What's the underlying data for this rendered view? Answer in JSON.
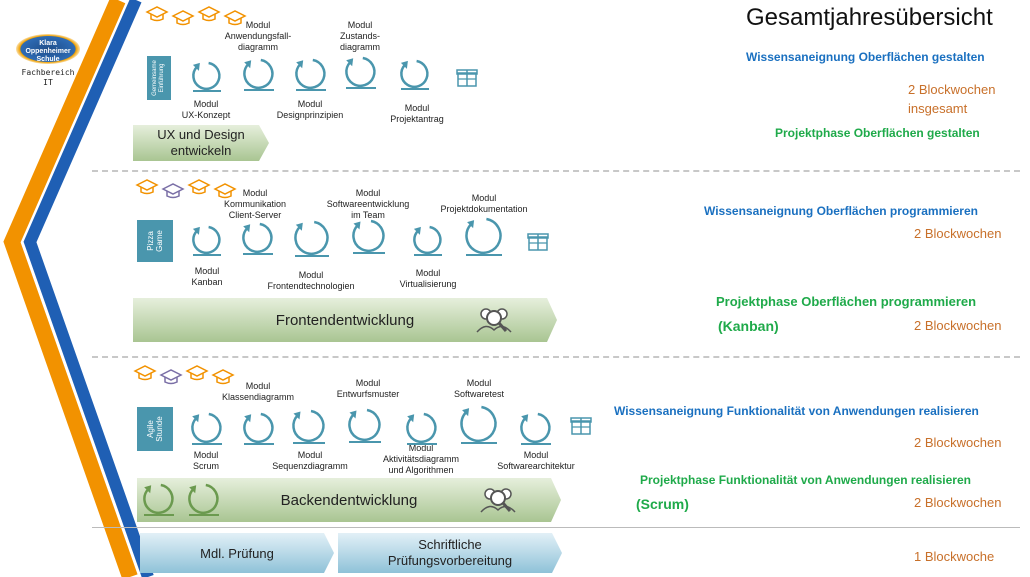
{
  "title": "Gesamtjahresübersicht",
  "logo": {
    "text": "Klara Oppenheimer Schule",
    "dept_line1": "Fachbereich",
    "dept_line2": "IT"
  },
  "section1": {
    "tag": "Gemeinsame Einführung",
    "modules_top": [
      "Modul\nAnwendungsfall-\ndiagramm",
      "Modul\nZustands-\ndiagramm"
    ],
    "modules_bottom": [
      "Modul\nUX-Konzept",
      "Modul\nDesignprinzipien",
      "Modul\nProjektantrag"
    ],
    "phase_label": "UX und Design\nentwickeln",
    "right_knowledge": "Wissensaneignung  Oberflächen gestalten",
    "right_weeks": "2 Blockwochen\ninsgesamt",
    "right_project": "Projektphase  Oberflächen gestalten"
  },
  "section2": {
    "tag": "Pizza Game",
    "modules_top": [
      "Modul\nKommunikation\nClient-Server",
      "Modul\nSoftwareentwicklung\nim Team",
      "Modul\nProjektdokumentation"
    ],
    "modules_bottom": [
      "Modul\nKanban",
      "Modul\nFrontendtechnologien",
      "Modul\nVirtualisierung"
    ],
    "phase_label": "Frontendentwicklung",
    "right_knowledge": "Wissensaneignung  Oberflächen programmieren",
    "right_weeks_1": "2 Blockwochen",
    "right_project": "Projektphase  Oberflächen programmieren",
    "right_method": "(Kanban)",
    "right_weeks_2": "2 Blockwochen"
  },
  "section3": {
    "tag": "Agile Stunde",
    "modules_top": [
      "Modul\nKlassendiagramm",
      "Modul\nEntwurfsmuster",
      "Modul\nSoftwaretest"
    ],
    "modules_bottom": [
      "Modul\nScrum",
      "Modul\nSequenzdiagramm",
      "Modul\nAktivitätsdiagramm\nund Algorithmen",
      "Modul\nSoftwarearchitektur"
    ],
    "phase_label": "Backendentwicklung",
    "right_knowledge": "Wissensaneignung Funktionalität von Anwendungen realisieren",
    "right_weeks_1": "2 Blockwochen",
    "right_project": "Projektphase  Funktionalität von Anwendungen realisieren",
    "right_method": "(Scrum)",
    "right_weeks_2": "2 Blockwochen"
  },
  "section4": {
    "exam_label": "Mdl. Prüfung",
    "prep_label": "Schriftliche\nPrüfungsvorbereitung",
    "right_weeks": "1 Blockwoche"
  },
  "colors": {
    "cycle": "#4a96ad",
    "orange": "#f29200",
    "blue": "#1f5fb4",
    "green_arrow": "#6b9a4f"
  }
}
